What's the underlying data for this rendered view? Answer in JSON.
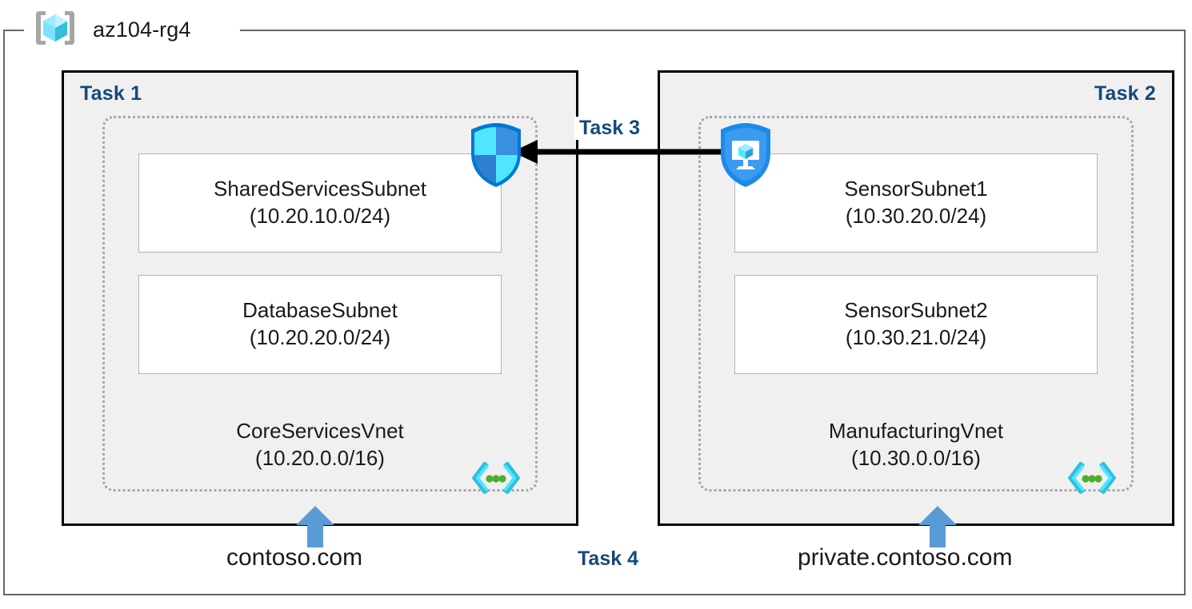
{
  "diagram": {
    "resource_group": {
      "name": "az104-rg4",
      "icon": "resource-group-cube-icon"
    },
    "panels": [
      {
        "id": "left",
        "task_label": "Task 1",
        "vnet": {
          "name": "CoreServicesVnet",
          "cidr": "(10.20.0.0/16)",
          "icon": "virtual-network-icon"
        },
        "subnets": [
          {
            "name": "SharedServicesSubnet",
            "cidr": "(10.20.10.0/24)"
          },
          {
            "name": "DatabaseSubnet",
            "cidr": "(10.20.20.0/24)"
          }
        ],
        "dns_zone": "contoso.com"
      },
      {
        "id": "right",
        "task_label": "Task 2",
        "vnet": {
          "name": "ManufacturingVnet",
          "cidr": "(10.30.0.0/16)",
          "icon": "virtual-network-icon"
        },
        "subnets": [
          {
            "name": "SensorSubnet1",
            "cidr": "(10.30.20.0/24)"
          },
          {
            "name": "SensorSubnet2",
            "cidr": "(10.30.21.0/24)"
          }
        ],
        "dns_zone": "private.contoso.com"
      }
    ],
    "connections": {
      "peering_label": "Task 3",
      "peering_direction": "right-to-left",
      "dns_label": "Task 4"
    },
    "icons": {
      "firewall": "firewall-shield-icon",
      "bastion": "bastion-shield-vm-icon",
      "dns_arrow": "up-arrow-icon"
    },
    "colors": {
      "task_label": "#16497a",
      "panel_fill": "#f0f0f0",
      "panel_border": "#000000",
      "vnet_border": "#a6a6a6",
      "arrow_blue": "#5b9bd5",
      "azure_cyan": "#50e6ff",
      "azure_blue": "#0078d4",
      "vnet_dot_green": "#4caf2a",
      "rg_border": "#666768"
    }
  }
}
